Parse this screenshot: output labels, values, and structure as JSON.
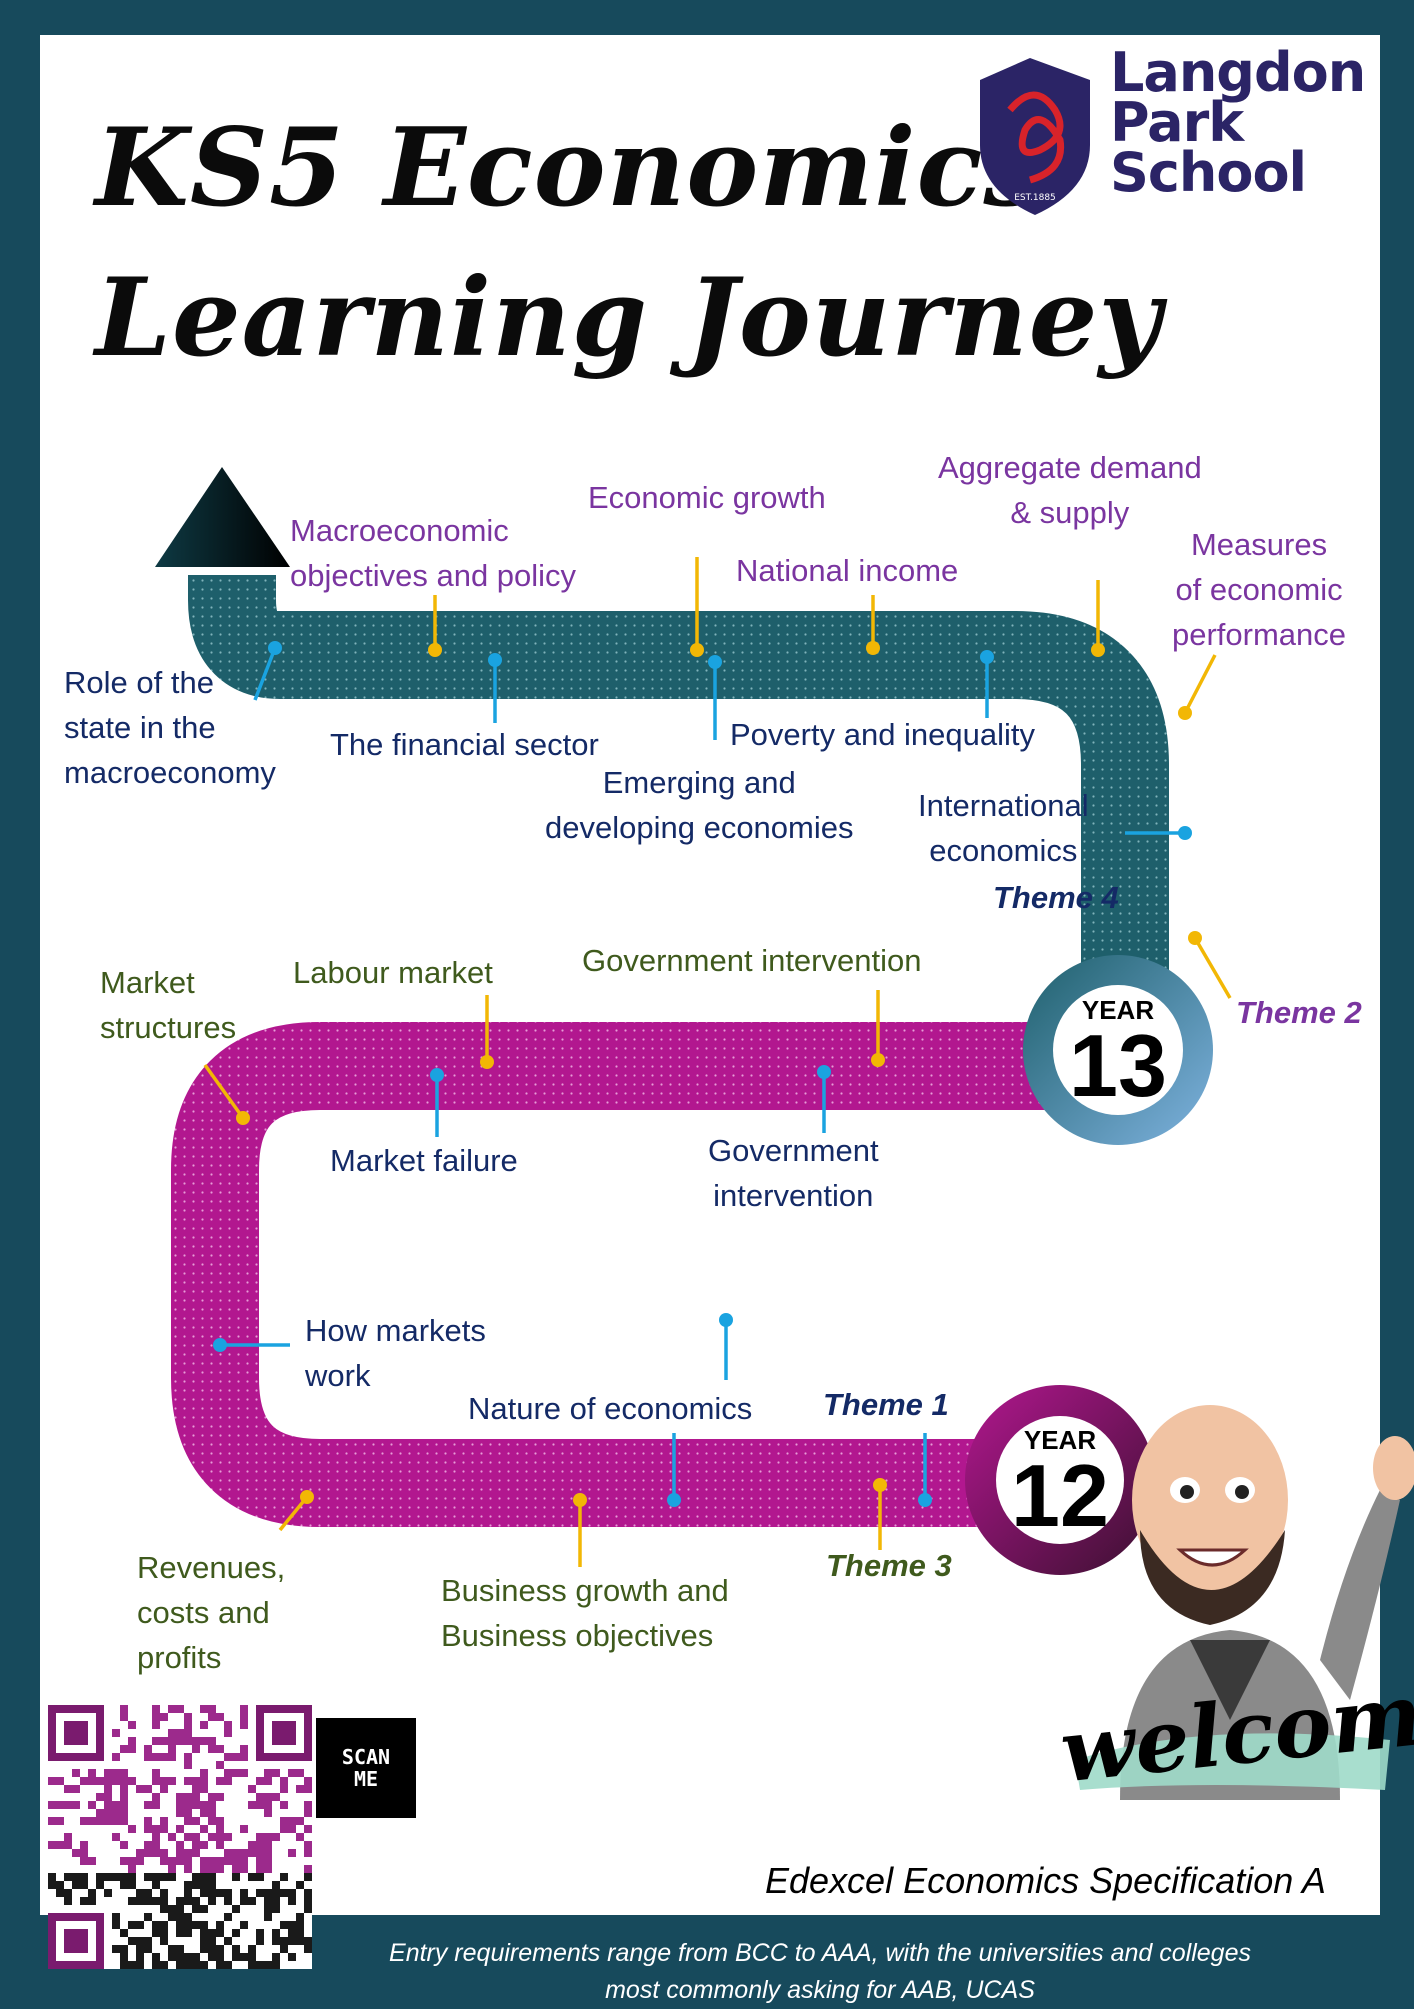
{
  "title": {
    "line1": "KS5 Economics",
    "line2": "Learning Journey"
  },
  "school": {
    "line1": "Langdon",
    "line2": "Park",
    "line3": "School",
    "crest_text": "EST.1885"
  },
  "colors": {
    "frame": "#174a5c",
    "teal_road": "#1e5f6b",
    "magenta_road": "#b2178f",
    "purple_text": "#7a35a0",
    "navy_text": "#142a66",
    "green_text": "#3f5a1d",
    "yellow_pin": "#f2b705",
    "blue_pin": "#1aa3e0"
  },
  "year13": {
    "badge": {
      "year": "YEAR",
      "number": "13"
    },
    "themes": {
      "theme4": "Theme 4",
      "theme2": "Theme 2"
    },
    "theme2_topics": [
      "Aggregate demand\n& supply",
      "Economic growth",
      "National income",
      "Macroeconomic\nobjectives and policy",
      "Measures\nof economic\nperformance"
    ],
    "theme4_topics": [
      "Role of the\nstate in the\nmacroeconomy",
      "The financial sector",
      "Poverty and inequality",
      "Emerging and\ndeveloping economies",
      "International\neconomics"
    ]
  },
  "year12": {
    "badge": {
      "year": "YEAR",
      "number": "12"
    },
    "themes": {
      "theme1": "Theme 1",
      "theme3": "Theme 3"
    },
    "theme3_topics": [
      "Market\nstructures",
      "Labour market",
      "Government intervention",
      "Revenues,\ncosts and\nprofits",
      "Business growth and\nBusiness objectives"
    ],
    "theme1_topics": [
      "Market failure",
      "Government\nintervention",
      "How markets\nwork",
      "Nature of economics"
    ]
  },
  "qr": {
    "scan_label": "SCAN\nME"
  },
  "welcome": "welcome",
  "spec": "Edexcel Economics Specification A",
  "footer": "Entry requirements range from BCC to AAA, with the universities and colleges\nmost commonly asking for AAB, UCAS"
}
